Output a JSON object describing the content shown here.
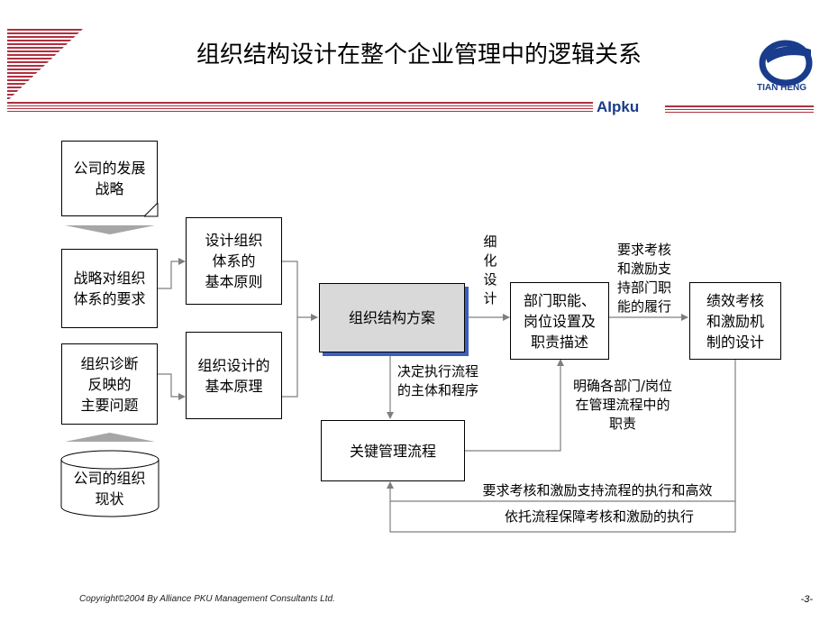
{
  "header": {
    "title": "组织结构设计在整个企业管理中的逻辑关系",
    "brand": "AIpku",
    "logo_text": "TIAN HENG"
  },
  "nodes": {
    "strategy": "公司的发展\n战略",
    "strategic_requirements": "战略对组织\n体系的要求",
    "diagnosis": "组织诊断\n反映的\n主要问题",
    "current_state": "公司的组织\n现状",
    "design_principles": "设计组织\n体系的\n基本原则",
    "basic_theory": "组织设计的\n基本原理",
    "structure_plan": "组织结构方案",
    "dept_functions": "部门职能、\n岗位设置及\n职责描述",
    "performance": "绩效考核\n和激励机\n制的设计",
    "key_process": "关键管理流程"
  },
  "labels": {
    "refine": "细\n化\n设\n计",
    "require_support": "要求考核\n和激励支\n持部门职\n能的履行",
    "decide_process": "决定执行流程\n的主体和程序",
    "clarify_duties": "明确各部门/岗位\n在管理流程中的\n职责",
    "require_efficiency": "要求考核和激励支持流程的执行和高效",
    "process_guarantee": "依托流程保障考核和激励的执行"
  },
  "footer": {
    "copyright": "Copyright©2004 By Alliance PKU Management Consultants Ltd.",
    "page": "-3-"
  },
  "colors": {
    "accent_red": "#b03040",
    "brand_blue": "#1a3c8c",
    "plan_fill": "#d9d9d9",
    "connector_gray": "#7f7f7f"
  }
}
